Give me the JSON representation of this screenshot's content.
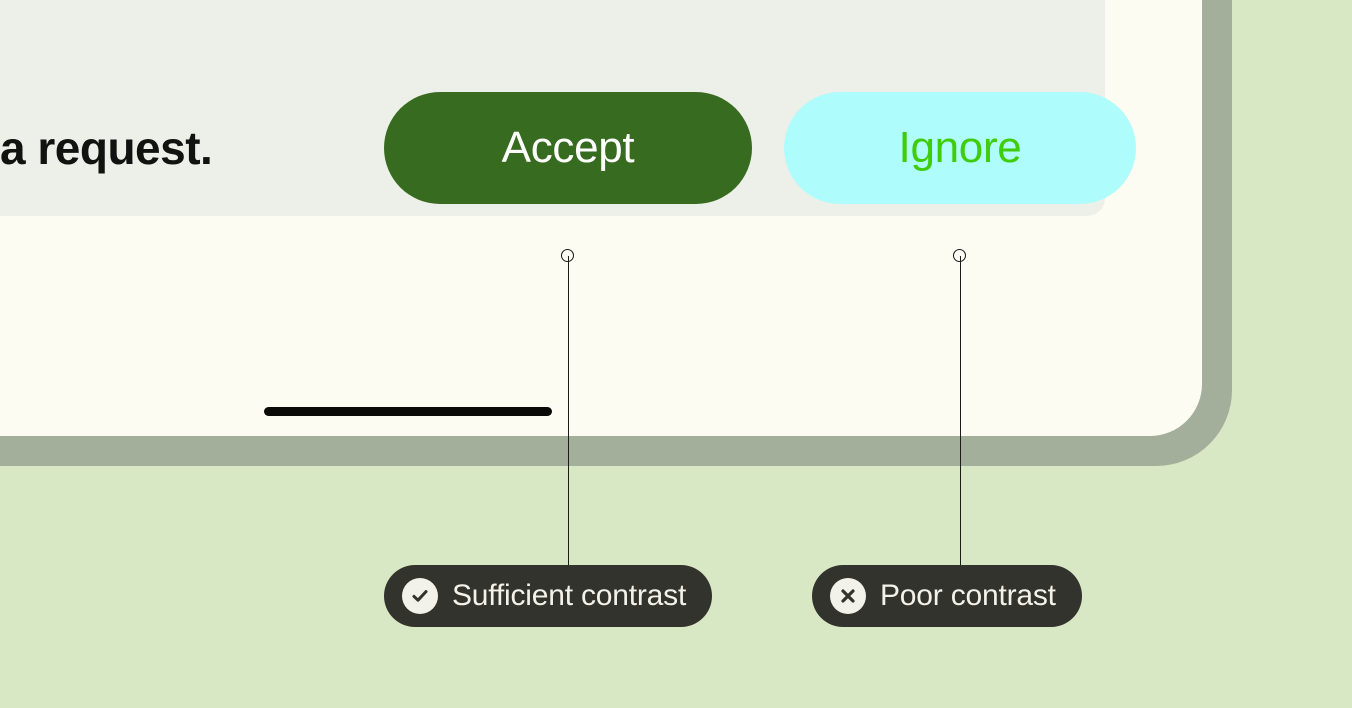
{
  "illustration": {
    "background_color": "#d8e7c4",
    "bezel_color": "#a3ae9b",
    "screen_color": "#fdfcf3",
    "panel_color": "#edf0e8"
  },
  "screen": {
    "message_text": "a request.",
    "buttons": [
      {
        "id": "accept",
        "label": "Accept",
        "background_color": "#376b1f",
        "text_color": "#ffffff"
      },
      {
        "id": "ignore",
        "label": "Ignore",
        "background_color": "#aefcfb",
        "text_color": "#3fcc09"
      }
    ],
    "home_indicator_color": "#0a0a08"
  },
  "annotations": {
    "pill_color": "#32332c",
    "pill_text_color": "#f3f2ea",
    "items": [
      {
        "id": "sufficient",
        "label": "Sufficient contrast",
        "icon": "check-circle-icon",
        "target": "accept"
      },
      {
        "id": "poor",
        "label": "Poor contrast",
        "icon": "x-circle-icon",
        "target": "ignore"
      }
    ]
  }
}
